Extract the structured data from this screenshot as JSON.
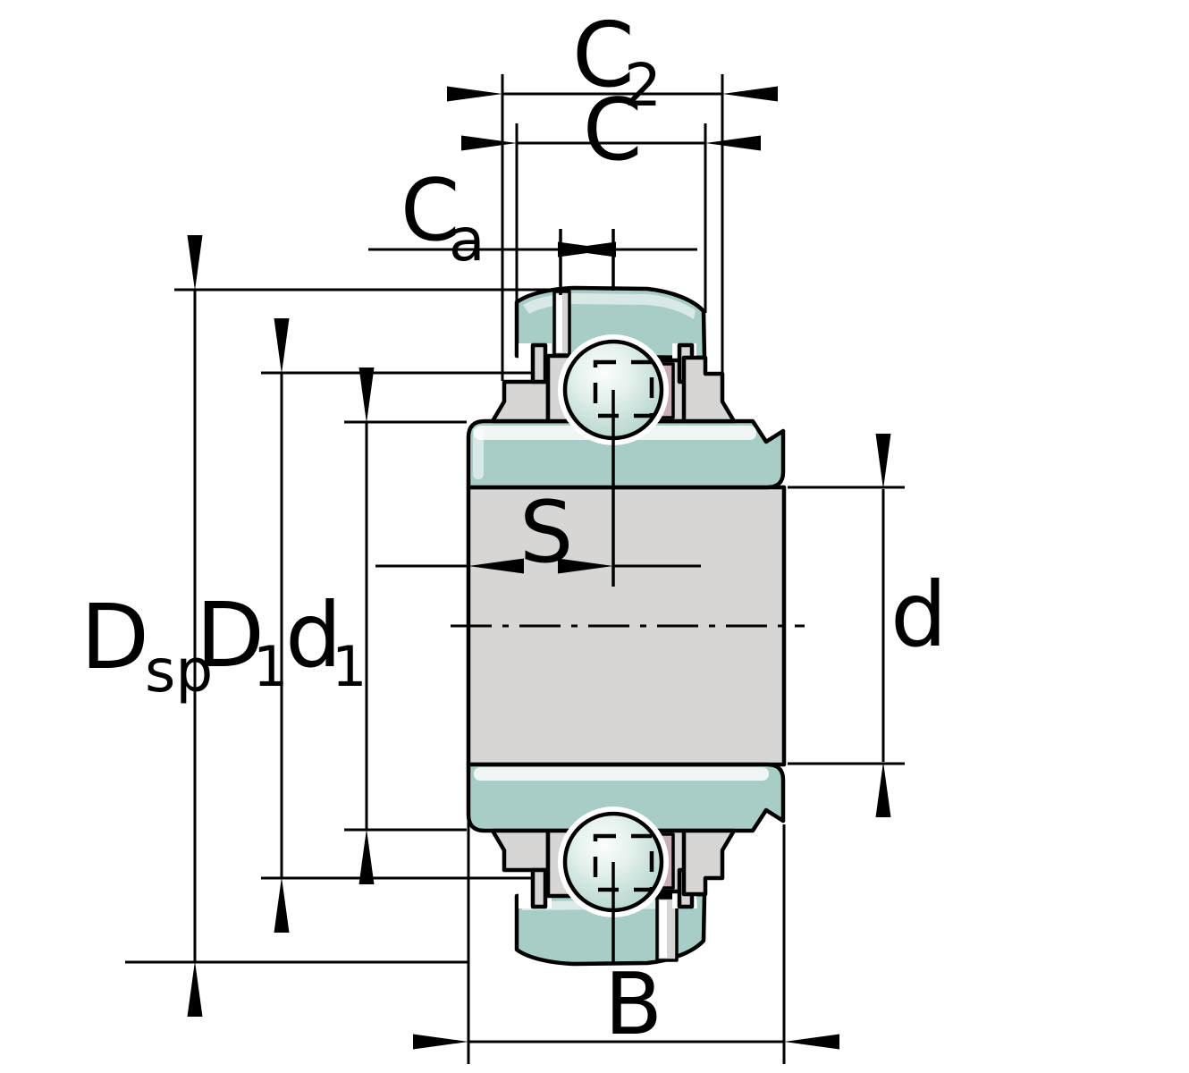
{
  "diagram": {
    "title": "bearing-cross-section-dimension-drawing",
    "labels": {
      "c2": {
        "main": "C",
        "sub": "2"
      },
      "c": {
        "main": "C"
      },
      "ca": {
        "main": "C",
        "sub": "a"
      },
      "s": {
        "main": "S"
      },
      "dsp": {
        "main": "D",
        "sub": "sp"
      },
      "d1_outer": {
        "main": "D",
        "sub": "1"
      },
      "d1_inner": {
        "main": "d",
        "sub": "1"
      },
      "d": {
        "main": "d"
      },
      "b": {
        "main": "B"
      }
    },
    "colors": {
      "outer_ring_teal": "#a8cdc7",
      "metal_gray": "#d7d6d4",
      "seal_pink": "#c9aeb4",
      "outline_black": "#000000",
      "background_white": "#ffffff"
    }
  }
}
